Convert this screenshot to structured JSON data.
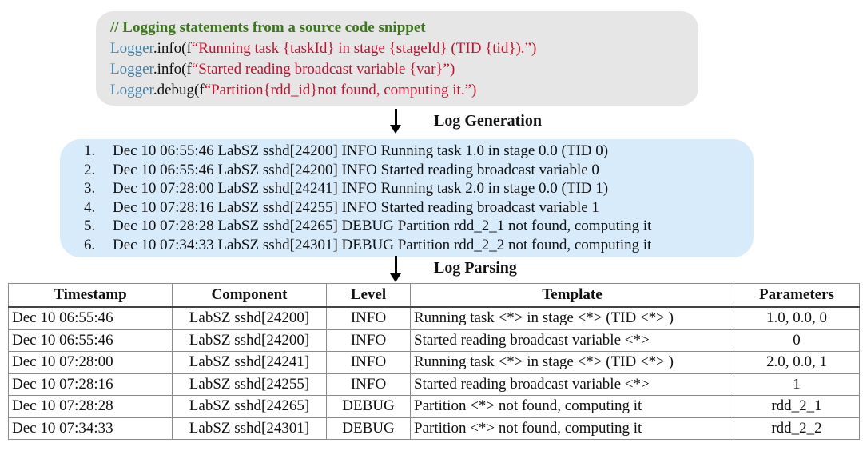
{
  "source_box": {
    "comment": "// Logging statements from a source code snippet",
    "statements": [
      {
        "logger": "Logger",
        "method": ".info(f",
        "message": "“Running task {taskId} in stage {stageId} (TID {tid}).”)"
      },
      {
        "logger": "Logger",
        "method": ".info(f",
        "message": "“Started reading broadcast variable {var}”)"
      },
      {
        "logger": "Logger",
        "method": ".debug(f",
        "message": "“Partition{rdd_id}not found, computing it.”)"
      }
    ]
  },
  "stages": {
    "generation": "Log Generation",
    "parsing": "Log Parsing"
  },
  "generated_logs": [
    {
      "num": "1.",
      "text": "Dec 10 06:55:46 LabSZ sshd[24200] INFO Running task 1.0 in stage 0.0 (TID 0)"
    },
    {
      "num": "2.",
      "text": "Dec 10 06:55:46 LabSZ sshd[24200] INFO Started reading broadcast variable 0"
    },
    {
      "num": "3.",
      "text": "Dec 10 07:28:00 LabSZ sshd[24241] INFO Running task 2.0 in stage 0.0 (TID 1)"
    },
    {
      "num": "4.",
      "text": "Dec 10 07:28:16 LabSZ sshd[24255] INFO Started reading broadcast variable 1"
    },
    {
      "num": "5.",
      "text": "Dec 10 07:28:28 LabSZ sshd[24265] DEBUG Partition rdd_2_1 not found, computing it"
    },
    {
      "num": "6.",
      "text": "Dec 10 07:34:33 LabSZ sshd[24301] DEBUG Partition rdd_2_2 not found, computing it"
    }
  ],
  "table": {
    "headers": [
      "Timestamp",
      "Component",
      "Level",
      "Template",
      "Parameters"
    ],
    "rows": [
      [
        "Dec 10 06:55:46",
        "LabSZ sshd[24200]",
        "INFO",
        "Running task <*> in stage <*>  (TID <*> )",
        "1.0, 0.0, 0"
      ],
      [
        "Dec 10 06:55:46",
        "LabSZ sshd[24200]",
        "INFO",
        "Started reading broadcast variable <*>",
        "0"
      ],
      [
        "Dec 10 07:28:00",
        "LabSZ sshd[24241]",
        "INFO",
        "Running task <*> in stage <*>  (TID <*> )",
        "2.0, 0.0, 1"
      ],
      [
        "Dec 10 07:28:16",
        "LabSZ sshd[24255]",
        "INFO",
        "Started reading broadcast variable <*>",
        "1"
      ],
      [
        "Dec 10 07:28:28",
        "LabSZ sshd[24265]",
        "DEBUG",
        "Partition <*> not found, computing it",
        "rdd_2_1"
      ],
      [
        "Dec 10 07:34:33",
        "LabSZ sshd[24301]",
        "DEBUG",
        "Partition <*> not found, computing it",
        "rdd_2_2"
      ]
    ]
  },
  "colors": {
    "code_box_bg": "#e6e6e6",
    "comment": "#3a7a16",
    "logger": "#3f7fa6",
    "string": "#c8102e",
    "log_box_bg": "#d8ebfa"
  }
}
